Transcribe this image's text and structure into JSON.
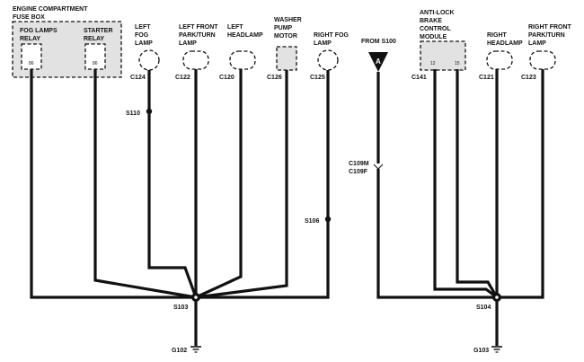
{
  "fuse_box": {
    "title_line1": "ENGINE COMPARTMENT",
    "title_line2": "FUSE BOX",
    "fog_relay_line1": "FOG LAMPS",
    "fog_relay_line2": "RELAY",
    "fog_relay_pin": "86",
    "starter_relay_line1": "STARTER",
    "starter_relay_line2": "RELAY",
    "starter_relay_pin": "86"
  },
  "components": {
    "left_fog_lamp": {
      "line1": "LEFT",
      "line2": "FOG",
      "line3": "LAMP",
      "connector": "C124"
    },
    "left_front_park_turn_lamp": {
      "line1": "LEFT FRONT",
      "line2": "PARK/TURN",
      "line3": "LAMP",
      "connector": "C122"
    },
    "left_headlamp": {
      "line1": "LEFT",
      "line2": "HEADLAMP",
      "connector": "C120"
    },
    "washer_pump_motor": {
      "line1": "WASHER",
      "line2": "PUMP",
      "line3": "MOTOR",
      "connector": "C126"
    },
    "right_fog_lamp": {
      "line1": "RIGHT FOG",
      "line2": "LAMP",
      "connector": "C125"
    },
    "abs_module": {
      "line1": "ANTI-LOCK",
      "line2": "BRAKE",
      "line3": "CONTROL",
      "line4": "MODULE",
      "connector": "C141",
      "pin_a": "12",
      "pin_b": "15"
    },
    "right_headlamp": {
      "line1": "RIGHT",
      "line2": "HEADLAMP",
      "connector": "C121"
    },
    "right_front_park_turn_lamp": {
      "line1": "RIGHT FRONT",
      "line2": "PARK/TURN",
      "line3": "LAMP",
      "connector": "C123"
    }
  },
  "from_s100": {
    "label": "FROM S100",
    "symbol": "A"
  },
  "splices": {
    "s110": "S110",
    "s106": "S106",
    "s103": "S103",
    "s104": "S104"
  },
  "inline_connector": {
    "male": "C109M",
    "female": "C109F"
  },
  "grounds": {
    "g102": "G102",
    "g103": "G103"
  }
}
